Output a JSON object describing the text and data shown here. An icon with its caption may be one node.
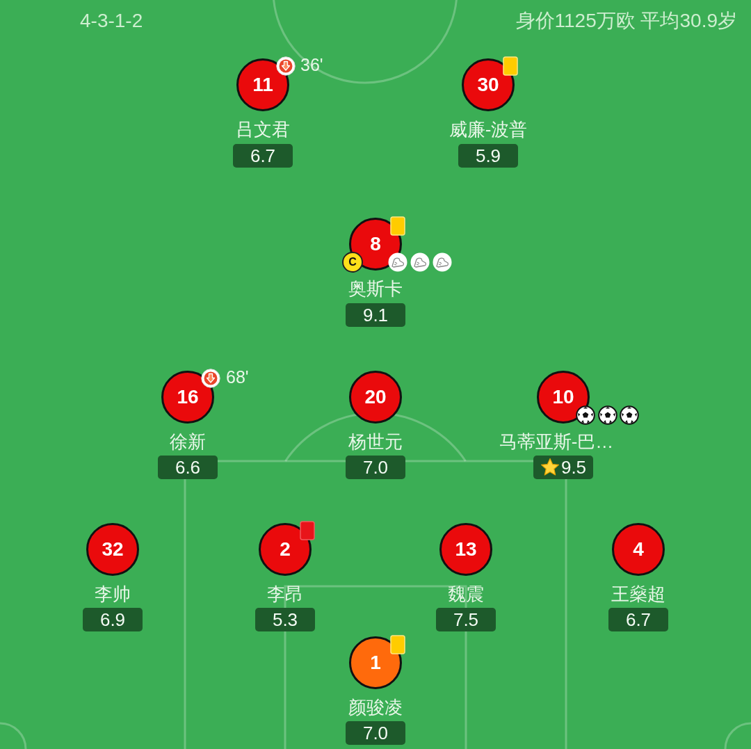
{
  "diagram": {
    "nodes": [
      {
        "text": [
          "11"
        ],
        "beside": [
          "36'",
          "吕文君"
        ]
      },
      {
        "text": [
          "6.7"
        ]
      },
      {
        "text": [
          "30"
        ],
        "beside": [
          "威廉-波普"
        ]
      },
      {
        "text": [
          "5.9"
        ]
      },
      {
        "text": [
          "8"
        ],
        "beside": [
          "奥斯卡"
        ]
      },
      {
        "text": [
          "C"
        ]
      },
      {
        "text": [
          "9.1"
        ]
      },
      {
        "text": [
          "16"
        ],
        "beside": [
          "68'",
          "徐新"
        ]
      },
      {
        "text": [
          "6.6"
        ]
      },
      {
        "text": [
          "20"
        ],
        "beside": [
          "杨世元"
        ]
      },
      {
        "text": [
          "7.0"
        ]
      },
      {
        "text": [
          "10"
        ],
        "beside": [
          "马蒂亚斯-巴…"
        ]
      },
      {
        "text": [
          "9.5"
        ]
      },
      {
        "text": [
          "32"
        ],
        "beside": [
          "李帅"
        ]
      },
      {
        "text": [
          "6.9"
        ]
      },
      {
        "text": [
          "2"
        ],
        "beside": [
          "李昂"
        ]
      },
      {
        "text": [
          "5.3"
        ]
      },
      {
        "text": [
          "13"
        ],
        "beside": [
          "魏震"
        ]
      },
      {
        "text": [
          "7.5"
        ]
      },
      {
        "text": [
          "4"
        ],
        "beside": [
          "王燊超"
        ]
      },
      {
        "text": [
          "6.7"
        ]
      },
      {
        "text": [
          "1"
        ],
        "beside": [
          "颜骏凌"
        ]
      },
      {
        "text": [
          "7.0"
        ]
      }
    ],
    "labels": [
      "4-3-1-2",
      "身价1125万欧 平均30.9岁"
    ]
  }
}
